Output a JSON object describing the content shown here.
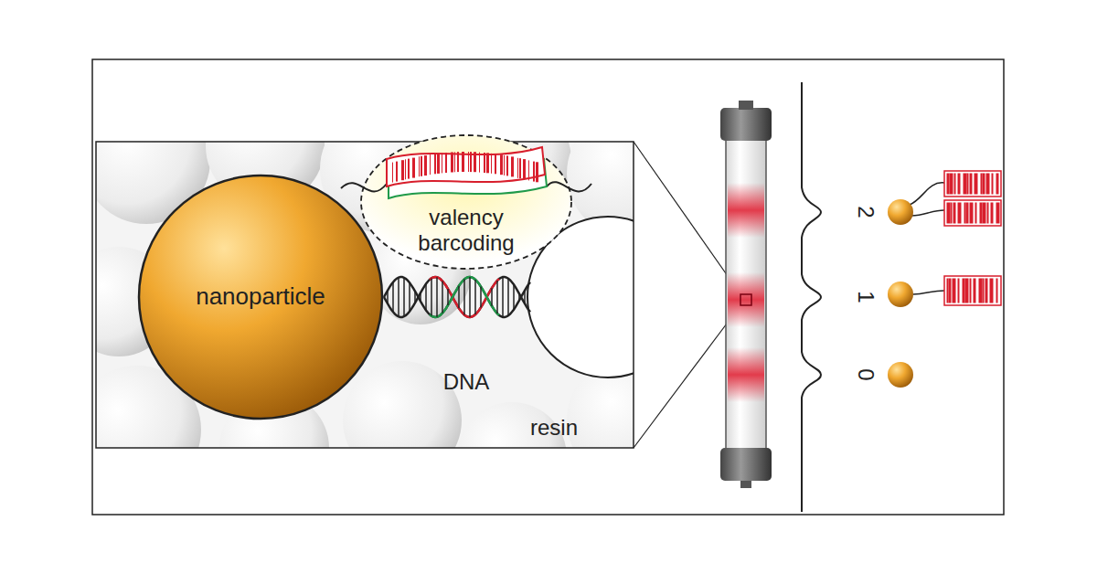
{
  "diagram": {
    "nodes": [
      {
        "text": [
          "valency barcoding"
        ]
      },
      {
        "text": [
          "nanoparticle"
        ]
      }
    ],
    "labels": [
      "DNA",
      "resin",
      "2",
      "1",
      "0"
    ]
  }
}
